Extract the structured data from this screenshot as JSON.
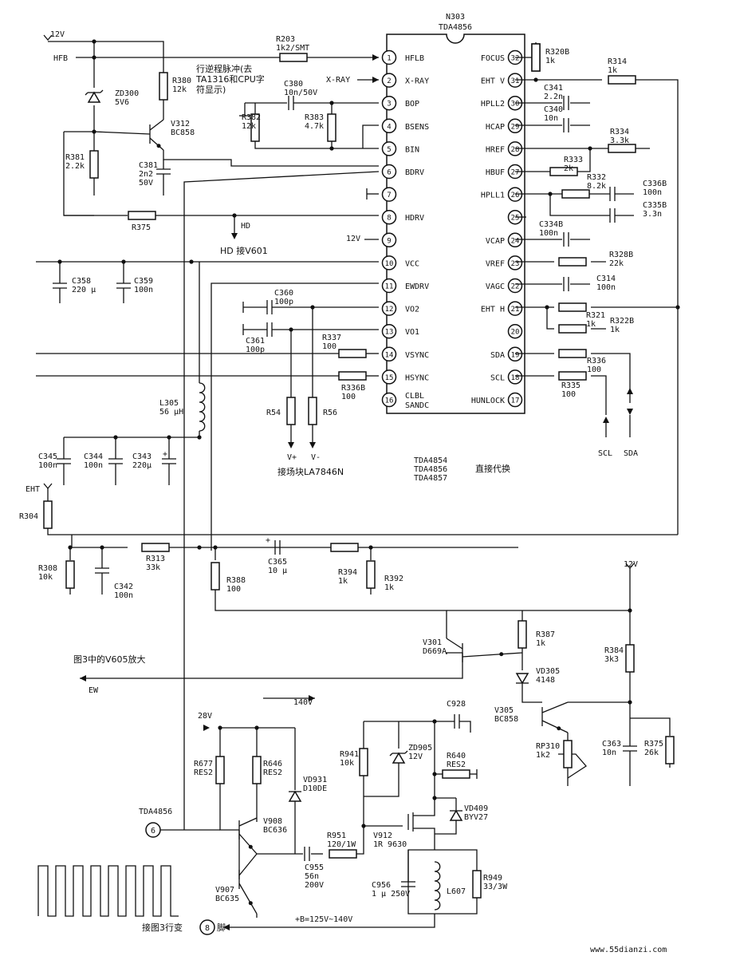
{
  "ic": {
    "ref": "N303",
    "part": "TDA4856",
    "left_pins": [
      {
        "n": "1",
        "name": "HFLB"
      },
      {
        "n": "2",
        "name": "X-RAY"
      },
      {
        "n": "3",
        "name": "BOP"
      },
      {
        "n": "4",
        "name": "BSENS"
      },
      {
        "n": "5",
        "name": "BIN"
      },
      {
        "n": "6",
        "name": "BDRV"
      },
      {
        "n": "7",
        "name": ""
      },
      {
        "n": "8",
        "name": "HDRV"
      },
      {
        "n": "9",
        "name": ""
      },
      {
        "n": "10",
        "name": "VCC"
      },
      {
        "n": "11",
        "name": "EWDRV"
      },
      {
        "n": "12",
        "name": "VO2"
      },
      {
        "n": "13",
        "name": "VO1"
      },
      {
        "n": "14",
        "name": "VSYNC"
      },
      {
        "n": "15",
        "name": "HSYNC"
      },
      {
        "n": "16",
        "name": "CLBL SANDC"
      }
    ],
    "right_pins": [
      {
        "n": "32",
        "name": "FOCUS"
      },
      {
        "n": "31",
        "name": "EHT V"
      },
      {
        "n": "30",
        "name": "HPLL2"
      },
      {
        "n": "29",
        "name": "HCAP"
      },
      {
        "n": "28",
        "name": "HREF"
      },
      {
        "n": "27",
        "name": "HBUF"
      },
      {
        "n": "26",
        "name": "HPLL1"
      },
      {
        "n": "25",
        "name": ""
      },
      {
        "n": "24",
        "name": "VCAP"
      },
      {
        "n": "23",
        "name": "VREF"
      },
      {
        "n": "22",
        "name": "VAGC"
      },
      {
        "n": "21",
        "name": "EHT H"
      },
      {
        "n": "20",
        "name": ""
      },
      {
        "n": "19",
        "name": "SDA"
      },
      {
        "n": "18",
        "name": "SCL"
      },
      {
        "n": "17",
        "name": "HUNLOCK"
      }
    ]
  },
  "net_labels": {
    "v12_top": "12V",
    "hfb": "HFB",
    "xray": "X-RAY",
    "pin9_12v": "12V",
    "hd": "HD",
    "hd_to": "HD 接V601",
    "eht_left": "EHT",
    "v12_right": "12V",
    "scl": "SCL",
    "sda": "SDA",
    "vplus": "V+",
    "vminus": "V-",
    "ew": "EW",
    "v140": "140V",
    "v28": "28V",
    "node6": "6",
    "node8": "8",
    "b_plus": "+B=125V~140V"
  },
  "components": {
    "r203": [
      "R203",
      "1k2/SMT"
    ],
    "zd300": [
      "ZD300",
      "5V6"
    ],
    "r380": [
      "R380",
      "12k"
    ],
    "v312": [
      "V312",
      "BC858"
    ],
    "r381": [
      "R381",
      "2.2k"
    ],
    "c381": [
      "C381",
      "2n2",
      "50V"
    ],
    "c380": [
      "C380",
      "10n/50V"
    ],
    "r382": [
      "R382",
      "12k"
    ],
    "r383": [
      "R383",
      "4.7k"
    ],
    "r375a": [
      "R375"
    ],
    "c358": [
      "C358",
      "220 μ"
    ],
    "c359": [
      "C359",
      "100n"
    ],
    "c360": [
      "C360",
      "100p"
    ],
    "c361": [
      "C361",
      "100p"
    ],
    "r337": [
      "R337",
      "100"
    ],
    "r336b": [
      "R336B",
      "100"
    ],
    "r54": [
      "R54"
    ],
    "r56": [
      "R56"
    ],
    "l305": [
      "L305",
      "56 μH"
    ],
    "c345": [
      "C345",
      "100n"
    ],
    "c344": [
      "C344",
      "100n"
    ],
    "c343": [
      "C343",
      "220μ"
    ],
    "r304": [
      "R304"
    ],
    "r308": [
      "R308",
      "10k"
    ],
    "c342": [
      "C342",
      "100n"
    ],
    "r313": [
      "R313",
      "33k"
    ],
    "r388": [
      "R388",
      "100"
    ],
    "c365": [
      "C365",
      "10 μ"
    ],
    "r394": [
      "R394",
      "1k"
    ],
    "r392": [
      "R392",
      "1k"
    ],
    "r320b": [
      "R320B",
      "1k"
    ],
    "r314": [
      "R314",
      "1k"
    ],
    "c341": [
      "C341",
      "2.2n"
    ],
    "c340": [
      "C340",
      "10n"
    ],
    "r334": [
      "R334",
      "3.3k"
    ],
    "r333": [
      "R333",
      "2k"
    ],
    "r332": [
      "R332",
      "8.2k"
    ],
    "c336b": [
      "C336B",
      "100n"
    ],
    "c335b": [
      "C335B",
      "3.3n"
    ],
    "c334b": [
      "C334B",
      "100n"
    ],
    "r328b": [
      "R328B",
      "22k"
    ],
    "c314": [
      "C314",
      "100n"
    ],
    "r321": [
      "R321",
      "1k"
    ],
    "r322b": [
      "R322B",
      "1k"
    ],
    "r336": [
      "R336",
      "100"
    ],
    "r335": [
      "R335",
      "100"
    ],
    "v301": [
      "V301",
      "D669A"
    ],
    "r387": [
      "R387",
      "1k"
    ],
    "vd305": [
      "VD305",
      "4148"
    ],
    "r384": [
      "R384",
      "3k3"
    ],
    "v305": [
      "V305",
      "BC858"
    ],
    "rp310": [
      "RP310",
      "1k2"
    ],
    "c363": [
      "C363",
      "10n"
    ],
    "r375b": [
      "R375",
      "26k"
    ],
    "c928": [
      "C928"
    ],
    "r677": [
      "R677",
      "RES2"
    ],
    "r646": [
      "R646",
      "RES2"
    ],
    "vd931": [
      "VD931",
      "D10DE"
    ],
    "v908": [
      "V908",
      "BC636"
    ],
    "v907": [
      "V907",
      "BC635"
    ],
    "r941": [
      "R941",
      "10k"
    ],
    "zd905": [
      "ZD905",
      "12V"
    ],
    "r640": [
      "R640",
      "RES2"
    ],
    "vd409": [
      "VD409",
      "BYV27"
    ],
    "r951": [
      "R951",
      "120/1W"
    ],
    "v912": [
      "V912",
      "1R 9630"
    ],
    "c955": [
      "C955",
      "56n",
      "200V"
    ],
    "c956": [
      "C956",
      "1 μ 250V"
    ],
    "l607": [
      "L607"
    ],
    "r949": [
      "R949",
      "33/3W"
    ]
  },
  "notes": {
    "flyback": [
      "行逆程脉冲(去",
      "TA1316和CPU字",
      "符显示)"
    ],
    "ic_alt": [
      "TDA4854",
      "TDA4856",
      "TDA4857"
    ],
    "direct": "直接代换",
    "field_block": "接场块LA7846N",
    "fig3_v605": "图3中的V605放大",
    "tda_small": "TDA4856",
    "fig3_line_pre": "接图3行变",
    "fig3_line_post": "脚",
    "watermark": "www.55dianzi.com"
  }
}
